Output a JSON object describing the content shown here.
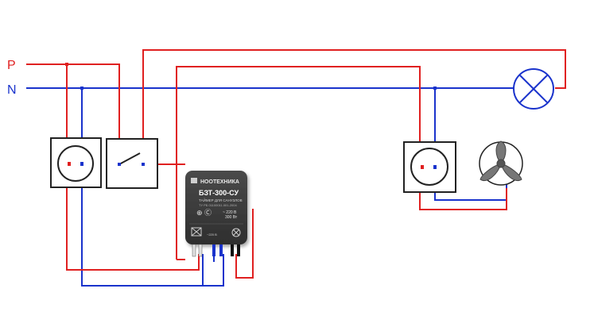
{
  "labels": {
    "phase": "P",
    "neutral": "N"
  },
  "device": {
    "brand": "НООТЕХНИКА",
    "model": "БЗТ-300-СУ",
    "subtitle": "ТАЙМЕР ДЛЯ САНУЗЛОВ",
    "spec_line": "ТУ РБ 01100011.001-2004",
    "voltage": "~ 220 В",
    "power": "300 Вт",
    "terminal_voltage": "~220 В"
  },
  "colors": {
    "phase_wire": "#e02020",
    "neutral_wire": "#1a33cc",
    "device_body": "#3a3a3a",
    "fixture_outline": "#222222",
    "lamp_symbol": "#1a33cc",
    "fan_blade": "#777777"
  }
}
